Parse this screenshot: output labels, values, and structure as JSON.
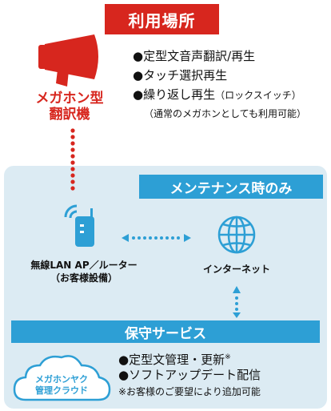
{
  "usage": {
    "header": "利用場所",
    "device_label_line1": "メガホン型",
    "device_label_line2": "翻訳機",
    "features": [
      "●定型文音声翻訳/再生",
      "●タッチ選択再生",
      "●繰り返し再生"
    ],
    "feature_suffix": "（ロックスイッチ）",
    "feature_note": "（通常のメガホンとしても利用可能）"
  },
  "maintenance": {
    "header": "メンテナンス時のみ",
    "router_label_line1": "無線LAN AP／ルーター",
    "router_label_line2": "（お客様設備）",
    "internet_label": "インターネット"
  },
  "service": {
    "header": "保守サービス",
    "item1": "●定型文管理・更新",
    "item1_mark": "※",
    "item2": "●ソフトアップデート配信",
    "note": "※お客様のご要望により追加可能",
    "cloud_label_line1": "メガホンヤク",
    "cloud_label_line2": "管理クラウド"
  },
  "colors": {
    "red": "#d7261e",
    "blue": "#2d9fd5",
    "panel": "#dcebf3"
  },
  "icons": [
    "megaphone-icon",
    "router-icon",
    "globe-icon",
    "cloud-icon"
  ]
}
